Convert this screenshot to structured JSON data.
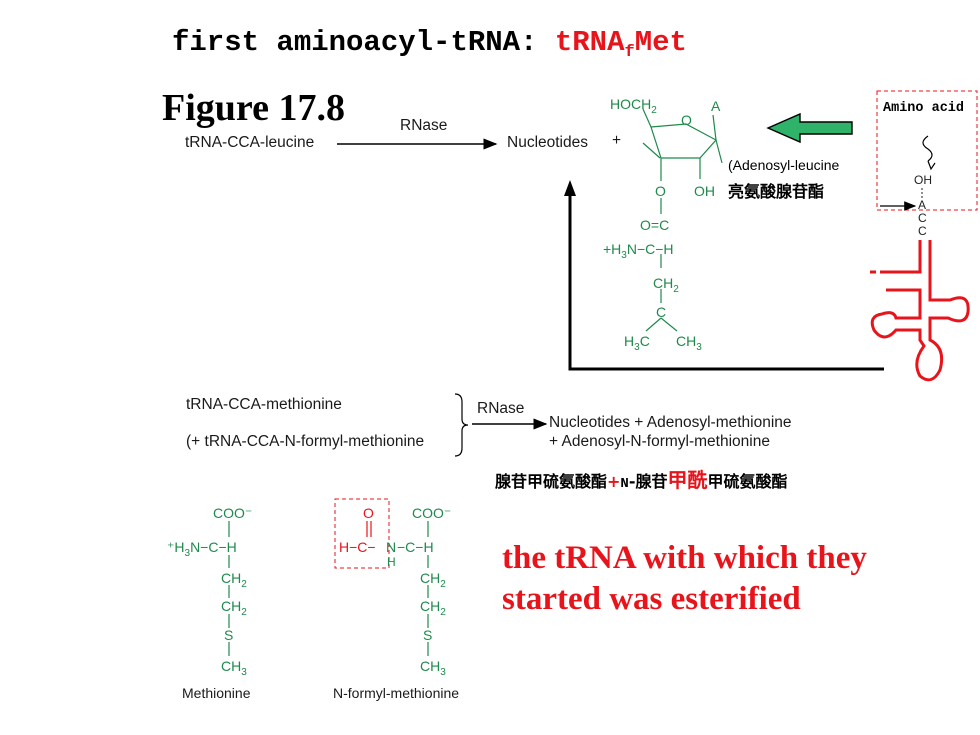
{
  "title": {
    "prefix": "first aminoacyl-tRNA: ",
    "trna": "tRNA",
    "sub": "f",
    "met": "Met"
  },
  "figure_label": "Figure 17.8",
  "reaction1": {
    "substrate": "tRNA-CCA-leucine",
    "enzyme": "RNase",
    "product": "Nucleotides",
    "plus": "+",
    "product_name": "(Adenosyl-leucine",
    "product_cn": "亮氨酸腺苷酯"
  },
  "adenosyl_leucine_structure": {
    "hoch2": "HOCH",
    "hoch2_sub": "2",
    "base": "A",
    "ring_o": "O",
    "ester_o": "O",
    "oh": "OH",
    "carbonyl": "O=C",
    "amine": "+H",
    "amine_sub": "3",
    "amine_rest": "N−C−H",
    "ch2": "CH",
    "ch2_sub": "2",
    "c": "C",
    "h3c": "H",
    "h3c_sub": "3",
    "h3c_c": "C",
    "ch3": "CH",
    "ch3_sub": "3"
  },
  "trna_inset": {
    "label": "Amino acid",
    "oh": "OH",
    "a": "A",
    "c1": "C",
    "c2": "C"
  },
  "reaction2": {
    "substrate1": "tRNA-CCA-methionine",
    "substrate2": "(+ tRNA-CCA-N-formyl-methionine",
    "enzyme": "RNase",
    "product1": "Nucleotides  +  Adenosyl-methionine",
    "product2": "+  Adenosyl-N-formyl-methionine",
    "cn_part1": "腺苷甲硫氨酸酯",
    "cn_plus": "+",
    "cn_n": "N",
    "cn_part2": "-腺苷",
    "cn_formyl": "甲酰",
    "cn_part3": "甲硫氨酸酯"
  },
  "methionine": {
    "coo": "COO⁻",
    "amine": "⁺H",
    "amine_sub": "3",
    "amine_rest": "N−C−H",
    "ch2a": "CH",
    "ch2b": "CH",
    "sub2": "2",
    "s": "S",
    "ch3": "CH",
    "sub3": "3",
    "caption": "Methionine"
  },
  "formyl_methionine": {
    "o": "O",
    "formyl": "H−C−",
    "n": "N",
    "nh": "H",
    "coo": "COO⁻",
    "ch": "−C−H",
    "ch2a": "CH",
    "ch2b": "CH",
    "sub2": "2",
    "s": "S",
    "ch3": "CH",
    "sub3": "3",
    "caption": "N-formyl-methionine"
  },
  "note": "the tRNA with which they started was esterified",
  "colors": {
    "green": "#1e8a4c",
    "red": "#e8141b",
    "arrow_green": "#2fb36a"
  }
}
